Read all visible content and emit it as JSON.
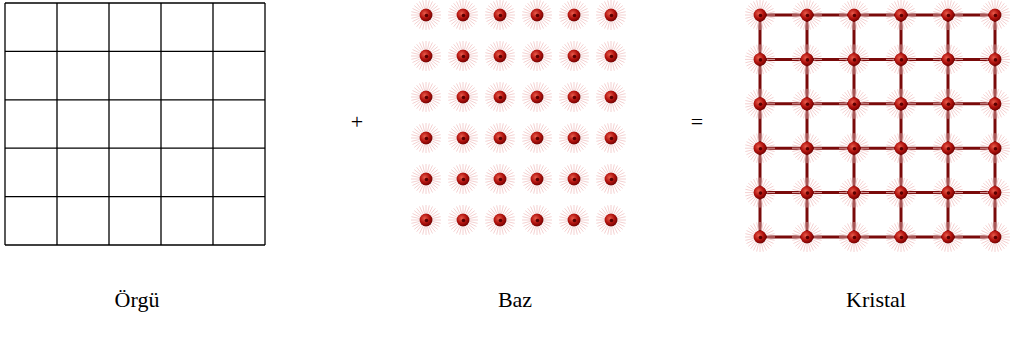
{
  "diagram": {
    "labels": [
      "+",
      "=",
      "Örgü",
      "Baz",
      "Kristal"
    ]
  }
}
